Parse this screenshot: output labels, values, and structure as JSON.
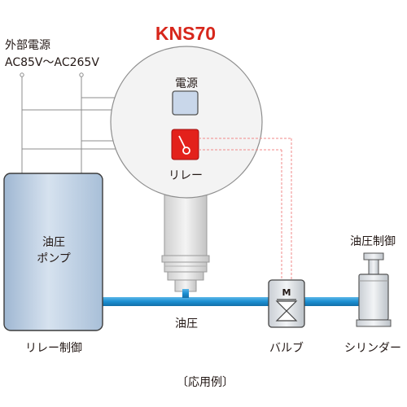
{
  "title": "KNS70",
  "power_supply": {
    "line1": "外部電源",
    "line2": "AC85V〜AC265V"
  },
  "gauge": {
    "power_label": "電源",
    "relay_label": "リレー"
  },
  "pump": {
    "line1": "油圧",
    "line2": "ポンプ",
    "caption": "リレー制御"
  },
  "pipe_label": "油圧",
  "valve": {
    "symbol": "M",
    "caption": "バルブ"
  },
  "cylinder": {
    "top_label": "油圧制御",
    "caption": "シリンダー"
  },
  "footer": "〔応用例〕",
  "colors": {
    "title": "#d7261b",
    "pipe": "#1b8fd2",
    "relay": "#e3211b",
    "signal": "#f08a8a",
    "pump_fill": "#b9cde3",
    "power_box": "#c9d7ea",
    "line": "#8c8c8c"
  }
}
